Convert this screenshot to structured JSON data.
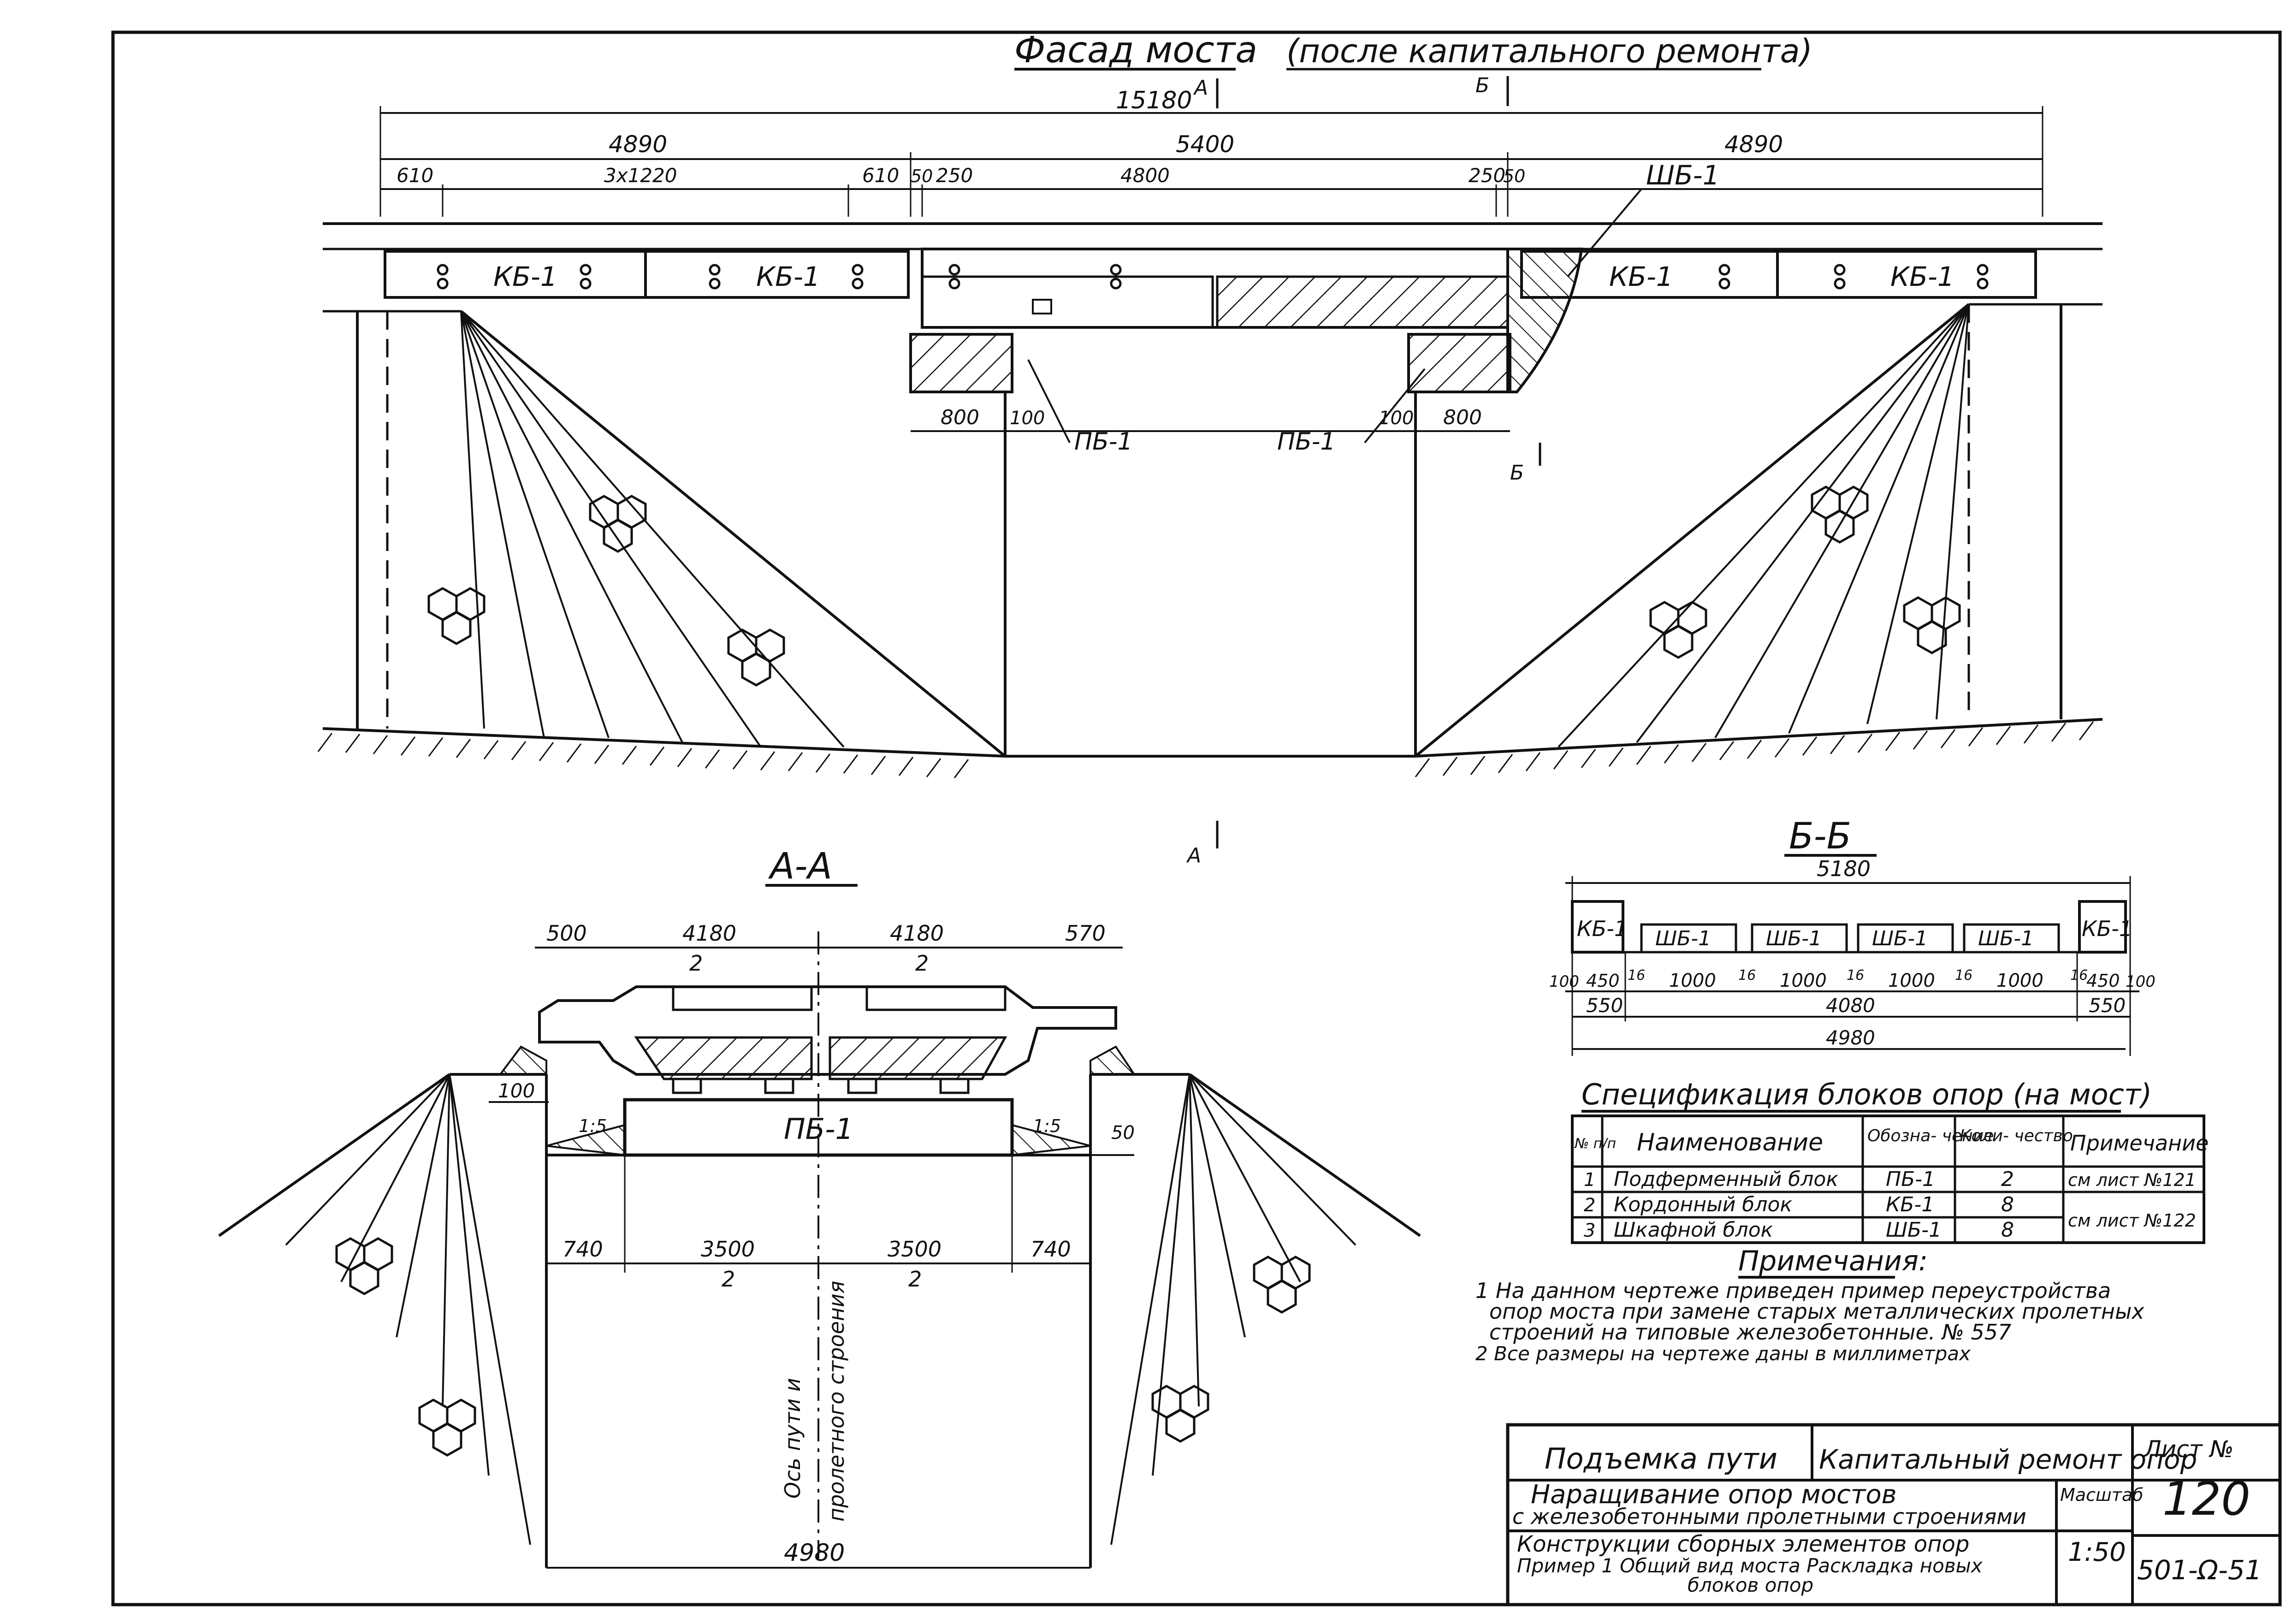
{
  "facade": {
    "title": "Фасад моста",
    "subtitle": "(после капитального ремонта)",
    "dim_total": "15180",
    "dims_top": [
      "4890",
      "5400",
      "4890"
    ],
    "dims_detail": [
      "610",
      "3х1220",
      "610",
      "50",
      "250",
      "4800",
      "250",
      "50"
    ],
    "dims_bottom": [
      "800",
      "100",
      "100",
      "800"
    ],
    "labels": {
      "kb_left_1": "КБ-1",
      "kb_left_2": "КБ-1",
      "kb_right_1": "КБ-1",
      "kb_right_2": "КБ-1",
      "shb": "ШБ-1",
      "pb_left": "ПБ-1",
      "pb_right": "ПБ-1"
    },
    "section_marks": {
      "a_top": "А",
      "b_top": "Б",
      "b_bottom": "Б",
      "a_bottom": "А"
    }
  },
  "section_aa": {
    "title": "А-А",
    "dims_top": [
      "500",
      "4180",
      "2",
      "4180",
      "2",
      "570"
    ],
    "dim_100": "100",
    "slope_1": "1:5",
    "slope_2": "1:5",
    "dim_50": "50",
    "pb_label": "ПБ-1",
    "dims_mid": [
      "740",
      "3500",
      "2",
      "3500",
      "2",
      "740"
    ],
    "axis_label_1": "Ось пути и",
    "axis_label_2": "пролетного строения",
    "dim_bottom": "4980"
  },
  "section_bb": {
    "title": "Б-Б",
    "dim_total": "5180",
    "kb_left": "КБ-1",
    "kb_right": "КБ-1",
    "shb_labels": [
      "ШБ-1",
      "ШБ-1",
      "ШБ-1",
      "ШБ-1"
    ],
    "dims_row1": [
      "100",
      "450",
      "16",
      "1000",
      "16",
      "1000",
      "16",
      "1000",
      "16",
      "1000",
      "16",
      "450",
      "100"
    ],
    "dims_row2": [
      "550",
      "4080",
      "550"
    ],
    "dim_row3": "4980"
  },
  "spec_table": {
    "title": "Спецификация блоков опор (на мост)",
    "headers": [
      "№ п/п",
      "Наименование",
      "Обозна- чение",
      "Коли- чество",
      "Примечание"
    ],
    "rows": [
      [
        "1",
        "Подферменный блок",
        "ПБ-1",
        "2",
        "см лист №121"
      ],
      [
        "2",
        "Кордонный блок",
        "КБ-1",
        "8",
        ""
      ],
      [
        "3",
        "Шкафной блок",
        "ШБ-1",
        "8",
        "см лист №122"
      ]
    ]
  },
  "notes": {
    "title": "Примечания:",
    "lines": [
      "1 На данном чертеже приведен пример переустройства",
      "опор моста при замене старых металлических пролетных",
      "строений на типовые железобетонные. № 557",
      "2 Все размеры на чертеже даны в миллиметрах"
    ]
  },
  "title_block": {
    "cell_1": "Подъемка пути",
    "cell_2": "Капитальный ремонт опор",
    "sheet_label": "Лист №",
    "sheet_no": "120",
    "line_3a": "Наращивание опор мостов",
    "line_3b": "с железобетонными пролетными строениями",
    "scale_label": "Масштаб",
    "scale": "1:50",
    "line_4a": "Конструкции сборных элементов опор",
    "line_4b": "Пример 1  Общий вид моста Раскладка новых",
    "line_4c": "блоков опор",
    "code": "501-Ω-51"
  }
}
